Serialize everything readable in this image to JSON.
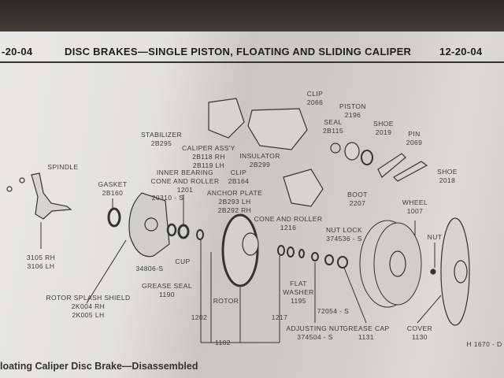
{
  "header": {
    "left": "-20-04",
    "title": "DISC BRAKES—SINGLE PISTON, FLOATING AND SLIDING CALIPER",
    "right": "12-20-04"
  },
  "labels": [
    "STABILIZER\n2B295",
    "CALIPER ASS'Y\n2B118 RH\n2B119 LH",
    "INSULATOR\n2B299",
    "CLIP\n2066",
    "PISTON\n2196",
    "SEAL\n2B115",
    "SHOE\n2019",
    "PIN\n2069",
    "SHOE\n2018",
    "BOOT\n2207",
    "WHEEL\n1007",
    "SPINDLE",
    "GASKET\n2B160",
    "INNER BEARING\nCONE AND ROLLER\n1201",
    "20310 - S",
    "CLIP\n2B164",
    "ANCHOR PLATE\n2B293 LH\n2B292 RH",
    "CONE AND ROLLER\n1216",
    "NUT LOCK\n374536 - S",
    "NUT",
    "3105 RH\n3106 LH",
    "34806-S",
    "CUP",
    "GREASE SEAL\n1190",
    "ROTOR SPLASH SHIELD\n2K004 RH\n2K005 LH",
    "ROTOR",
    "FLAT\nWASHER\n1195",
    "72054 - S",
    "1202",
    "1217",
    "ADJUSTING NUT\n374504 - S",
    "GREASE CAP\n1131",
    "COVER\n1130",
    "1102",
    "H 1670 - D"
  ],
  "caption": "loating Caliper Disc Brake—Disassembled"
}
